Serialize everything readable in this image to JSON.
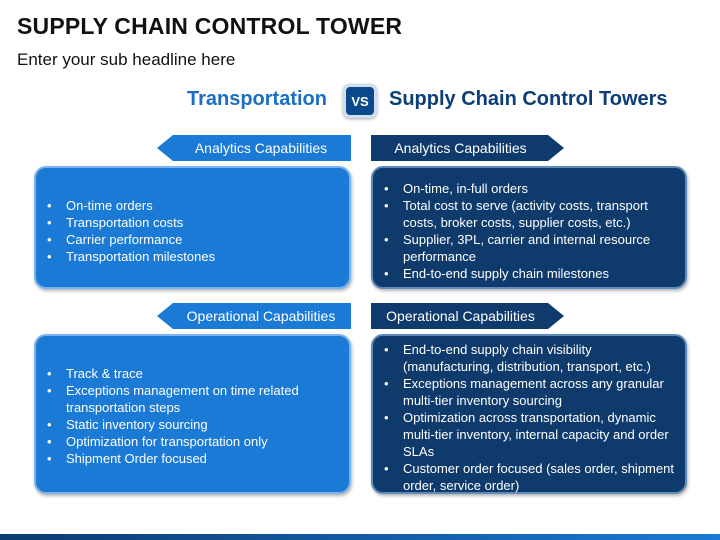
{
  "title": "SUPPLY CHAIN CONTROL TOWER",
  "subtitle": "Enter your sub headline here",
  "comparison": {
    "left_heading": "Transportation",
    "vs_label": "VS",
    "right_heading": "Supply Chain Control Towers"
  },
  "colors": {
    "left_accent": "#1a7ad6",
    "right_accent": "#0e3a6c"
  },
  "left": {
    "analytics": {
      "label": "Analytics Capabilities",
      "items": [
        "On-time orders",
        "Transportation costs",
        "Carrier performance",
        "Transportation milestones"
      ]
    },
    "operational": {
      "label": "Operational Capabilities",
      "items": [
        "Track & trace",
        "Exceptions management on time related transportation steps",
        "Static inventory sourcing",
        "Optimization for transportation only",
        "Shipment Order focused"
      ]
    }
  },
  "right": {
    "analytics": {
      "label": "Analytics Capabilities",
      "items": [
        "On-time, in-full orders",
        "Total cost to serve (activity costs, transport costs, broker costs, supplier costs, etc.)",
        "Supplier, 3PL, carrier and internal resource performance",
        "End-to-end supply chain milestones"
      ]
    },
    "operational": {
      "label": "Operational Capabilities",
      "items": [
        "End-to-end supply chain visibility (manufacturing, distribution, transport, etc.)",
        "Exceptions management across any granular multi-tier inventory sourcing",
        "Optimization across transportation, dynamic multi-tier inventory, internal capacity and order SLAs",
        "Customer order focused (sales order, shipment order, service order)"
      ]
    }
  }
}
